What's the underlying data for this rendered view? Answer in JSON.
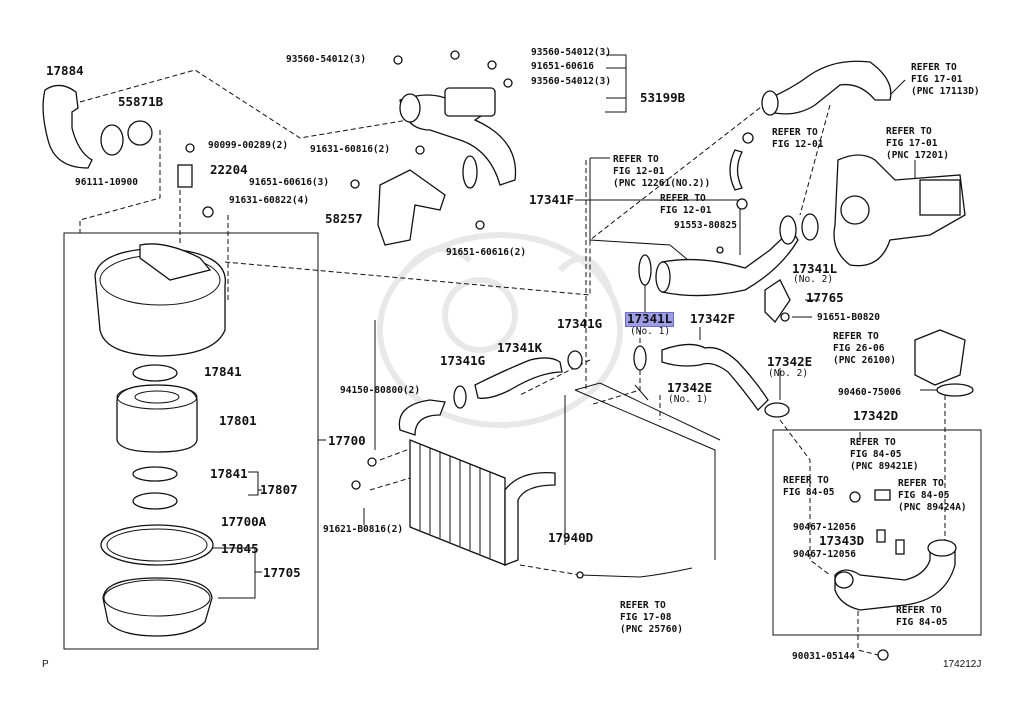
{
  "diagram": {
    "title": "Intercooler / Air Cleaner Parts Diagram",
    "figure_id": "174212J",
    "page_marker": "P",
    "highlight_color": "#9d9de6",
    "selected_part": "17341L",
    "labels": {
      "p17884": "17884",
      "p55871B": "55871B",
      "p96111": "96111-10900",
      "p90099": "90099-00289(2)",
      "p22204": "22204",
      "p91631_60822": "91631-60822(4)",
      "p93560_a": "93560-54012(3)",
      "p93560_b": "93560-54012(3)",
      "p91651_60616": "91651-60616",
      "p93560_c": "93560-54012(3)",
      "p53199B": "53199B",
      "p91631_60816": "91631-60816(2)",
      "p91651_60616_3": "91651-60616(3)",
      "p58257": "58257",
      "p91651_60616_2": "91651-60616(2)",
      "ref_17113D": "REFER TO\nFIG 17-01\n(PNC 17113D)",
      "ref_12_01_a": "REFER TO\nFIG 12-01",
      "ref_17201": "REFER TO\nFIG 17-01\n(PNC 17201)",
      "ref_12261": "REFER TO\nFIG 12-01\n(PNC 12261(NO.2))",
      "p17341F": "17341F",
      "ref_12_01_b": "REFER TO\nFIG 12-01",
      "p91553": "91553-80825",
      "p17341L_2": "17341L",
      "p17341L_2_sub": "(No. 2)",
      "p17765": "17765",
      "p91651_B0820": "91651-B0820",
      "p17341L_1": "17341L",
      "p17341L_1_sub": "(No. 1)",
      "p17342F": "17342F",
      "p17341G_a": "17341G",
      "p17341G_b": "17341G",
      "p17341K": "17341K",
      "ref_26100": "REFER TO\nFIG 26-06\n(PNC 26100)",
      "p17342E_2": "17342E",
      "p17342E_2_sub": "(No. 2)",
      "p17342E_1": "17342E",
      "p17342E_1_sub": "(No. 1)",
      "p90460": "90460-75006",
      "p17342D": "17342D",
      "p94150": "94150-80800(2)",
      "p17700": "17700",
      "p91621": "91621-B0816(2)",
      "p17940D": "17940D",
      "p17841_a": "17841",
      "p17801": "17801",
      "p17841_b": "17841",
      "p17807": "17807",
      "p17700A": "17700A",
      "p17845": "17845",
      "p17705": "17705",
      "ref_25760": "REFER TO\nFIG 17-08\n(PNC 25760)",
      "ref_89421E": "REFER TO\nFIG 84-05\n(PNC 89421E)",
      "ref_84_05_a": "REFER TO\nFIG 84-05",
      "ref_89424A": "REFER TO\nFIG 84-05\n(PNC 89424A)",
      "p90467_a": "90467-12056",
      "p17343D": "17343D",
      "p90467_b": "90467-12056",
      "ref_84_05_b": "REFER TO\nFIG 84-05",
      "p90031": "90031-05144"
    }
  }
}
